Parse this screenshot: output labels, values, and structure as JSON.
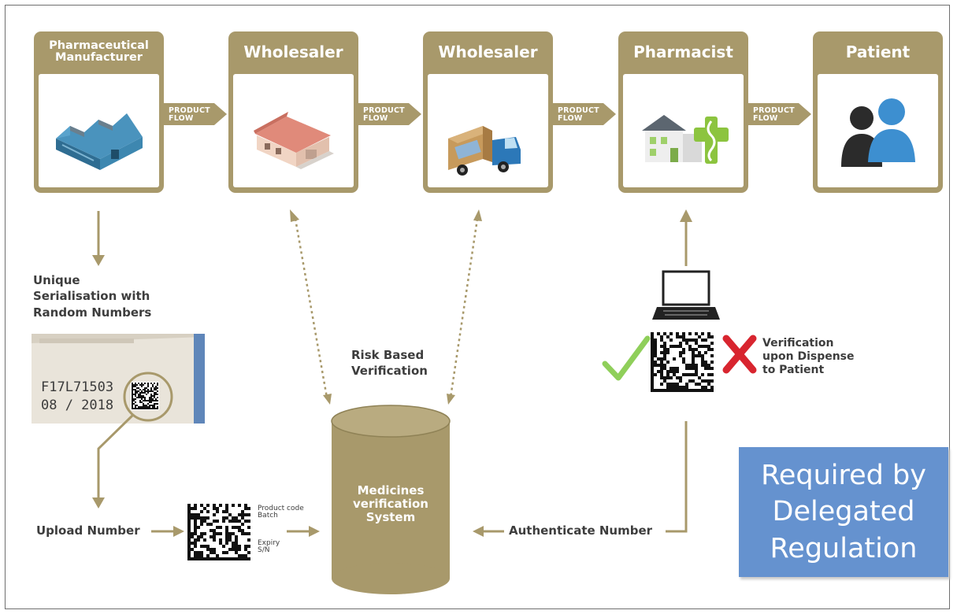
{
  "stages": [
    {
      "title": "Pharmaceutical Manufacturer",
      "icon": "factory-icon"
    },
    {
      "title": "Wholesaler",
      "icon": "warehouse-icon"
    },
    {
      "title": "Wholesaler",
      "icon": "delivery-truck-icon"
    },
    {
      "title": "Pharmacist",
      "icon": "pharmacy-icon"
    },
    {
      "title": "Patient",
      "icon": "people-icon"
    }
  ],
  "product_flow_label": "PRODUCT FLOW",
  "product_flow_lines": [
    "PRODUCT",
    "FLOW"
  ],
  "serialisation_label_lines": [
    "Unique",
    "Serialisation with",
    "Random Numbers"
  ],
  "pack_text": {
    "code": "F17L71503",
    "date": "08 / 2018"
  },
  "upload_number_label": "Upload Number",
  "barcode_fields": {
    "top": [
      "Product code",
      "Batch"
    ],
    "bottom": [
      "Expiry",
      "S/N"
    ]
  },
  "risk_based_lines": [
    "Risk Based",
    "Verification"
  ],
  "mvs_lines": [
    "Medicines",
    "verification",
    "System"
  ],
  "authenticate_number_label": "Authenticate Number",
  "verification_lines": [
    "Verification",
    "upon Dispense",
    "to Patient"
  ],
  "required_lines": [
    "Required by",
    "Delegated",
    "Regulation"
  ],
  "colors": {
    "tan": "#a8996b",
    "blue_box": "#6592cf",
    "check_green": "#8fcf5a",
    "cross_red": "#d8252f",
    "dark_text": "#3d3d3d"
  }
}
